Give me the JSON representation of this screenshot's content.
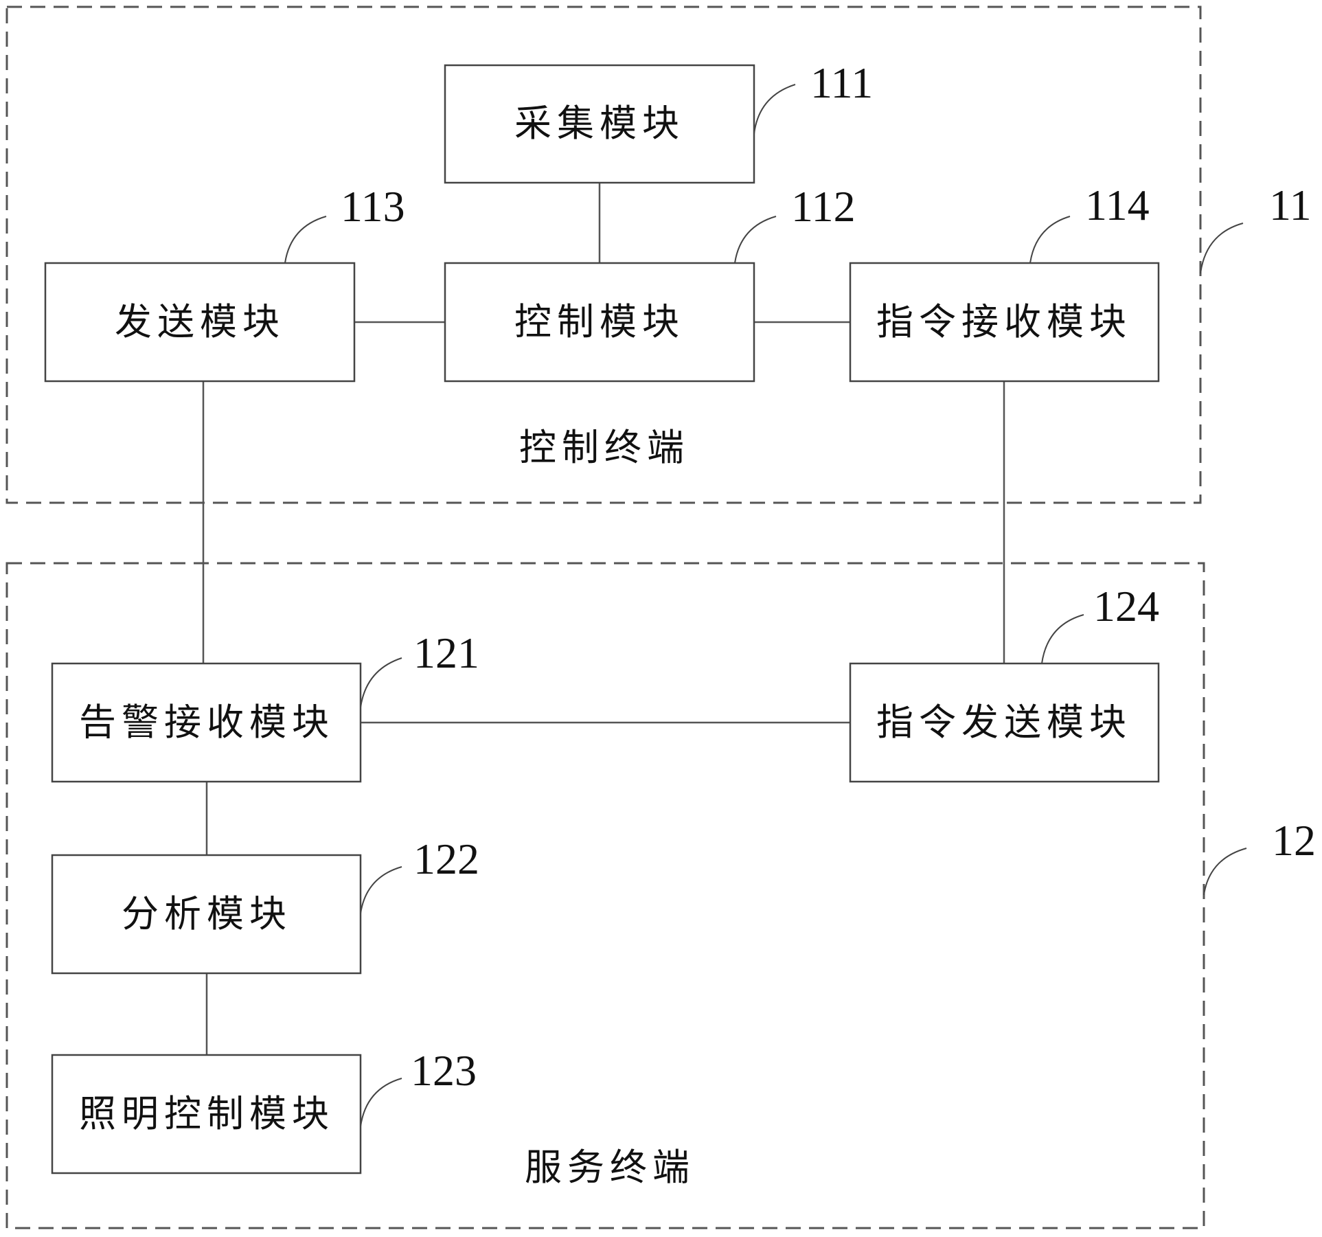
{
  "groups": [
    {
      "id": "control-terminal",
      "label": "控制终端",
      "ref": "11"
    },
    {
      "id": "service-terminal",
      "label": "服务终端",
      "ref": "12"
    }
  ],
  "modules": {
    "collect": {
      "label": "采集模块",
      "ref": "111"
    },
    "control": {
      "label": "控制模块",
      "ref": "112"
    },
    "send": {
      "label": "发送模块",
      "ref": "113"
    },
    "cmd_receive": {
      "label": "指令接收模块",
      "ref": "114"
    },
    "alarm_receive": {
      "label": "告警接收模块",
      "ref": "121"
    },
    "analysis": {
      "label": "分析模块",
      "ref": "122"
    },
    "lighting": {
      "label": "照明控制模块",
      "ref": "123"
    },
    "cmd_send": {
      "label": "指令发送模块",
      "ref": "124"
    }
  },
  "connections": [
    [
      "collect",
      "control"
    ],
    [
      "send",
      "control"
    ],
    [
      "control",
      "cmd_receive"
    ],
    [
      "send",
      "alarm_receive"
    ],
    [
      "cmd_receive",
      "cmd_send"
    ],
    [
      "alarm_receive",
      "cmd_send"
    ],
    [
      "alarm_receive",
      "analysis"
    ],
    [
      "analysis",
      "lighting"
    ]
  ]
}
